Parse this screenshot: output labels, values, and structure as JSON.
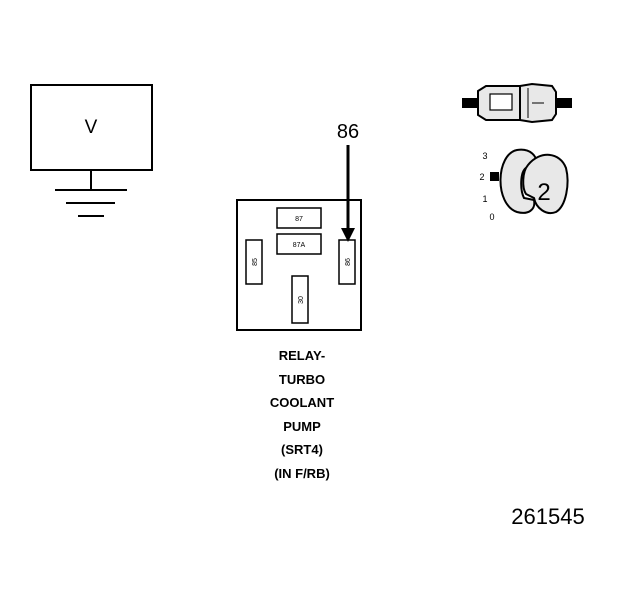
{
  "meter": {
    "label": "V"
  },
  "pin_callout": {
    "label": "86"
  },
  "relay": {
    "pins": {
      "p87": "87",
      "p87a": "87A",
      "p85": "85",
      "p86": "86",
      "p30": "30"
    },
    "caption": [
      "RELAY-",
      "TURBO",
      "COOLANT",
      "PUMP",
      "(SRT4)",
      "(IN F/RB)"
    ]
  },
  "connector_view": {
    "positions": [
      "3",
      "2",
      "1",
      "0"
    ],
    "badge": "2"
  },
  "figure_number": "261545",
  "colors": {
    "line": "#000000",
    "connector_fill": "#e8e8e8",
    "background": "#ffffff"
  }
}
